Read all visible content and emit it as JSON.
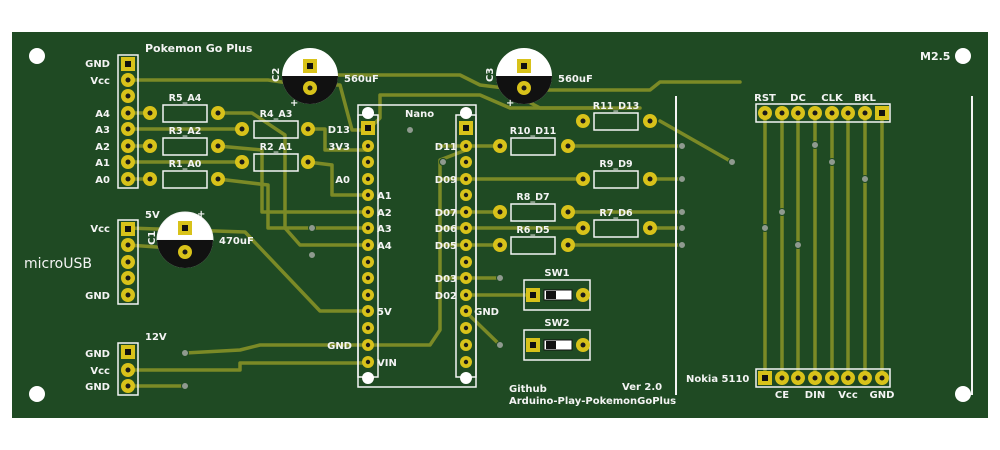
{
  "colors": {
    "board": "#1f4a23",
    "trace": "#7b8a26",
    "silk": "#f4f4f4",
    "pad": "#d8c21a",
    "background": "#ffffff"
  },
  "board": {
    "title": "Pokemon Go Plus",
    "mount_label": "M2.5",
    "usb_label": "microUSB",
    "github_label": "Github",
    "repo_label": "Arduino-Play-PokemonGoPlus",
    "version": "Ver 2.0",
    "display_label": "Nokia 5110",
    "nano_label": "Nano"
  },
  "header_top": {
    "pins": [
      "GND",
      "Vcc",
      "A4",
      "A3",
      "A2",
      "A1",
      "A0"
    ]
  },
  "header_5v": {
    "title": "5V",
    "pins": [
      "Vcc",
      "GND"
    ]
  },
  "header_12v": {
    "title": "12V",
    "pins": [
      "GND",
      "Vcc",
      "GND"
    ]
  },
  "capacitors": {
    "c1": {
      "ref": "C1",
      "value": "470uF",
      "plus": "+"
    },
    "c2": {
      "ref": "C2",
      "value": "560uF",
      "plus": "+"
    },
    "c3": {
      "ref": "C3",
      "value": "560uF",
      "plus": "+"
    }
  },
  "resistors": {
    "r5": "R5_A4",
    "r3": "R3_A2",
    "r1": "R1_A0",
    "r4": "R4_A3",
    "r2": "R2_A1",
    "r11": "R11_D13",
    "r10": "R10_D11",
    "r9": "R9_D9",
    "r8": "R8_D7",
    "r7": "R7_D6",
    "r6": "R6_D5"
  },
  "nano_left_pins": {
    "d13": "D13",
    "v33": "3V3",
    "a0": "A0",
    "a1": "A1",
    "a2": "A2",
    "a3": "A3",
    "a4": "A4",
    "v5": "5V",
    "gnd": "GND",
    "vin": "VIN"
  },
  "nano_right_pins": {
    "d11": "D11",
    "d09": "D09",
    "d07": "D07",
    "d06": "D06",
    "d05": "D05",
    "d03": "D03",
    "d02": "D02",
    "gnd": "GND"
  },
  "switches": {
    "sw1": "SW1",
    "sw2": "SW2"
  },
  "lcd_top_pins": [
    "RST",
    "DC",
    "CLK",
    "BKL"
  ],
  "lcd_bottom_pins": [
    "CE",
    "DIN",
    "Vcc",
    "GND"
  ]
}
